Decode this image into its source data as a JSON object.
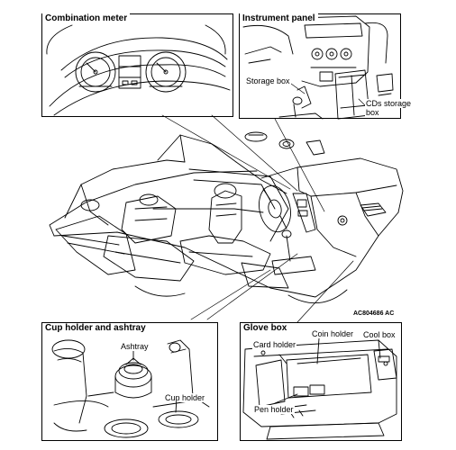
{
  "panels": {
    "combination_meter": {
      "title": "Combination meter"
    },
    "instrument_panel": {
      "title": "Instrument panel",
      "labels": {
        "storage_box": "Storage box",
        "cds_storage_box_line1": "CDs storage",
        "cds_storage_box_line2": "box"
      }
    },
    "cup_holder_ashtray": {
      "title": "Cup holder and ashtray",
      "labels": {
        "ashtray": "Ashtray",
        "cup_holder": "Cup holder"
      }
    },
    "glove_box": {
      "title": "Glove box",
      "labels": {
        "card_holder": "Card holder",
        "coin_holder": "Coin holder",
        "cool_box": "Cool box",
        "pen_holder": "Pen holder"
      }
    }
  },
  "figure_code": "AC804686 AC"
}
